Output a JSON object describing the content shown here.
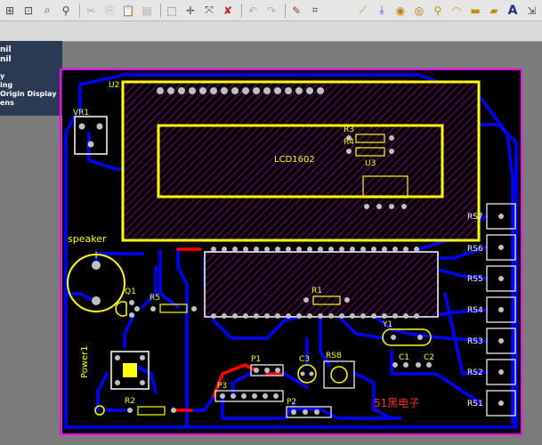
{
  "toolbar": {
    "left_icons": [
      "zoom-fit-icon",
      "zoom-area-icon",
      "zoom-select-icon",
      "zoom-filter-icon",
      "cut-icon",
      "copy-icon",
      "paste-icon",
      "rubber-stamp-icon",
      "select-rect-icon",
      "move-icon",
      "cross-select-icon",
      "deselect-icon",
      "undo-icon",
      "redo-icon",
      "wand-icon",
      "net-icon"
    ],
    "right_icons": [
      "track-icon",
      "bus-icon",
      "via-icon",
      "pad-icon",
      "point-icon",
      "arc-icon",
      "fill-icon",
      "region-icon",
      "text-icon",
      "dimension-icon"
    ],
    "text_tool_glyph": "A"
  },
  "panel": {
    "lines": [
      "nil",
      "nil",
      "y",
      "ing",
      "Origin Display",
      "ens"
    ]
  },
  "board": {
    "labels": {
      "u2": "U2",
      "vr1": "VR1",
      "lcd": "LCD1602",
      "r3": "R3",
      "r4": "R4",
      "u3": "U3",
      "speaker": "speaker",
      "q1": "Q1",
      "r5": "R5",
      "r1": "R1",
      "y1": "Y1",
      "c1": "C1",
      "c2": "C2",
      "power1": "Power1",
      "r2": "R2",
      "p1": "P1",
      "p3": "P3",
      "c3": "C3",
      "rs8": "RS8",
      "p2": "P2",
      "watermark": "51黑电子",
      "rs7": "RS7",
      "rs6": "RS6",
      "rs5": "RS5",
      "rs4": "RS4",
      "rs3": "RS3",
      "rs2": "RS2",
      "rs1": "RS1"
    },
    "colors": {
      "background": "#000000",
      "top_layer": "#ff0000",
      "bottom_layer": "#0000ff",
      "overlay": "#ffff00",
      "keepout": "#ff00ff",
      "pad": "#c0c0c0",
      "hatch": "#800080"
    }
  }
}
